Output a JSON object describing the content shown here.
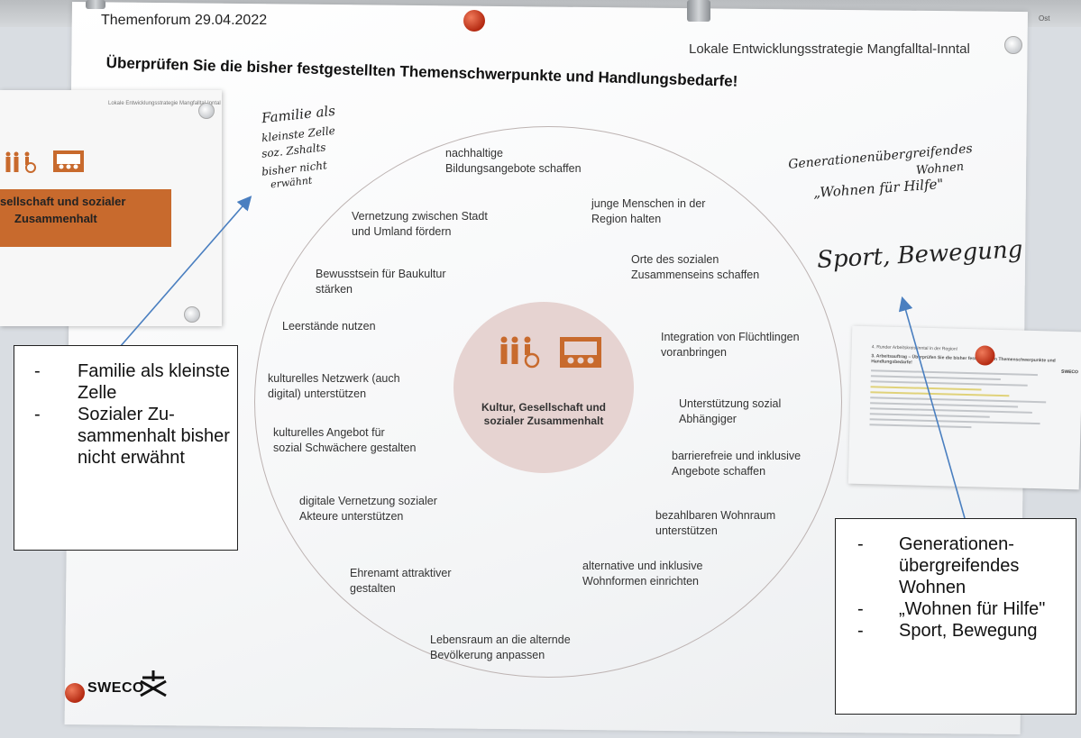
{
  "poster": {
    "date_title": "Themenforum 29.04.2022",
    "subtitle_right": "Lokale Entwicklungsstrategie Mangfalltal-Inntal",
    "heading": "Überprüfen Sie die bisher festgestellten Themenschwerpunkte und Handlungsbedarfe!",
    "center_label_line1": "Kultur, Gesellschaft und",
    "center_label_line2": "sozialer Zusammenhalt",
    "topics": [
      {
        "l1": "nachhaltige",
        "l2": "Bildungsangebote schaffen"
      },
      {
        "l1": "junge Menschen in der",
        "l2": "Region halten"
      },
      {
        "l1": "Vernetzung zwischen Stadt",
        "l2": "und Umland fördern"
      },
      {
        "l1": "Orte des sozialen",
        "l2": "Zusammenseins schaffen"
      },
      {
        "l1": "Bewusstsein für Baukultur",
        "l2": "stärken"
      },
      {
        "l1": "Leerstände nutzen",
        "l2": ""
      },
      {
        "l1": "Integration von Flüchtlingen",
        "l2": "voranbringen"
      },
      {
        "l1": "kulturelles Netzwerk (auch",
        "l2": "digital) unterstützen"
      },
      {
        "l1": "Unterstützung sozial",
        "l2": "Abhängiger"
      },
      {
        "l1": "kulturelles Angebot für",
        "l2": "sozial Schwächere gestalten"
      },
      {
        "l1": "barrierefreie und inklusive",
        "l2": "Angebote schaffen"
      },
      {
        "l1": "digitale Vernetzung sozialer",
        "l2": "Akteure unterstützen"
      },
      {
        "l1": "bezahlbaren Wohnraum",
        "l2": "unterstützen"
      },
      {
        "l1": "alternative und inklusive",
        "l2": "Wohnformen einrichten"
      },
      {
        "l1": "Ehrenamt attraktiver",
        "l2": "gestalten"
      },
      {
        "l1": "Lebensraum an die alternde",
        "l2": "Bevölkerung anpassen"
      }
    ],
    "logo": "SWECO"
  },
  "handwriting": {
    "left": [
      "Familie als",
      "kleinste Zelle",
      "soz. Zshalts",
      "bisher nicht",
      "erwähnt"
    ],
    "right": [
      "Generationenübergreifendes",
      "Wohnen",
      "„Wohnen für Hilfe\"",
      "Sport, Bewegung"
    ]
  },
  "left_paper": {
    "small_text": "Lokale Entwicklungsstrategie Mangfalltal-Inntal",
    "band_line1": "sellschaft und sozialer",
    "band_line2": "Zusammenhalt"
  },
  "small_paper": {
    "title": "4. Runder Arbeitskreis Inntal in der Region!",
    "subtitle": "3. Arbeitsauftrag – Überprüfen Sie die bisher festgestellten Themenschwerpunkte und Handlungsbedarfe!",
    "logo": "SWECO"
  },
  "callout_left": {
    "items": [
      "Familie als kleinste Zelle",
      "Sozialer Zu-sammenhalt bisher nicht erwähnt"
    ],
    "dash": "-"
  },
  "callout_right": {
    "items": [
      "Generationen-übergreifendes Wohnen",
      "„Wohnen für Hilfe\"",
      "Sport, Bewegung"
    ],
    "dash": "-"
  },
  "colors": {
    "accent_orange": "#c86a2d",
    "center_circle": "#e6d3d1",
    "arrow_blue": "#4a7fc0",
    "pin_red": "#c8321a"
  },
  "icons": {
    "people_group": "family-wheelchair-icon",
    "audience": "theater-audience-icon",
    "logo_mark": "sweco-star-icon"
  }
}
